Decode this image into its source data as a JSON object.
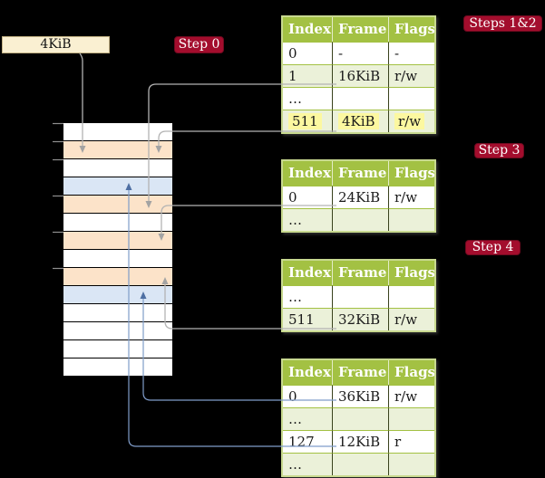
{
  "colors": {
    "background": "#000000",
    "badge_red": "#a30d2d",
    "table_header_green": "#a3c143",
    "table_row_green": "#ebf1d9",
    "table_border_green": "#c8d98f",
    "highlight_yellow": "#fcf8a0",
    "frame_box_cream": "#faf0d2",
    "memory_page_table_frame_peach": "#fce3c9",
    "memory_mapped_frame_blue": "#dae6f5",
    "arrow_gray": "#b3b3b3",
    "arrow_blue": "#7f9cc9"
  },
  "frame_pointer_box": {
    "label": "4KiB"
  },
  "badges": {
    "step0": "Step 0",
    "steps12": "Steps 1&2",
    "step3": "Step 3",
    "step4": "Step 4"
  },
  "tables": [
    {
      "id": "level-4-table",
      "headers": [
        "Index",
        "Frame",
        "Flags"
      ],
      "rows": [
        {
          "cells": [
            "0",
            "-",
            "-"
          ]
        },
        {
          "cells": [
            "1",
            "16KiB",
            "r/w"
          ]
        },
        {
          "cells": [
            "…",
            "",
            ""
          ]
        },
        {
          "cells": [
            "511",
            "4KiB",
            "r/w"
          ],
          "highlighted": true
        }
      ]
    },
    {
      "id": "level-3-table",
      "headers": [
        "Index",
        "Frame",
        "Flags"
      ],
      "rows": [
        {
          "cells": [
            "0",
            "24KiB",
            "r/w"
          ]
        },
        {
          "cells": [
            "…",
            "",
            ""
          ]
        }
      ]
    },
    {
      "id": "level-2-table",
      "headers": [
        "Index",
        "Frame",
        "Flags"
      ],
      "rows": [
        {
          "cells": [
            "…",
            "",
            ""
          ]
        },
        {
          "cells": [
            "511",
            "32KiB",
            "r/w"
          ]
        }
      ]
    },
    {
      "id": "level-1-table",
      "headers": [
        "Index",
        "Frame",
        "Flags"
      ],
      "rows": [
        {
          "cells": [
            "0",
            "36KiB",
            "r/w"
          ]
        },
        {
          "cells": [
            "…",
            "",
            ""
          ]
        },
        {
          "cells": [
            "127",
            "12KiB",
            "r"
          ]
        },
        {
          "cells": [
            "…",
            "",
            ""
          ]
        }
      ]
    }
  ],
  "memory": {
    "description": "physical memory frames, 4KiB per row",
    "rows": [
      "empty",
      "page-table",
      "empty",
      "mapped-frame",
      "page-table",
      "empty",
      "page-table",
      "empty",
      "page-table",
      "mapped-frame",
      "empty",
      "empty",
      "empty",
      "empty"
    ]
  }
}
